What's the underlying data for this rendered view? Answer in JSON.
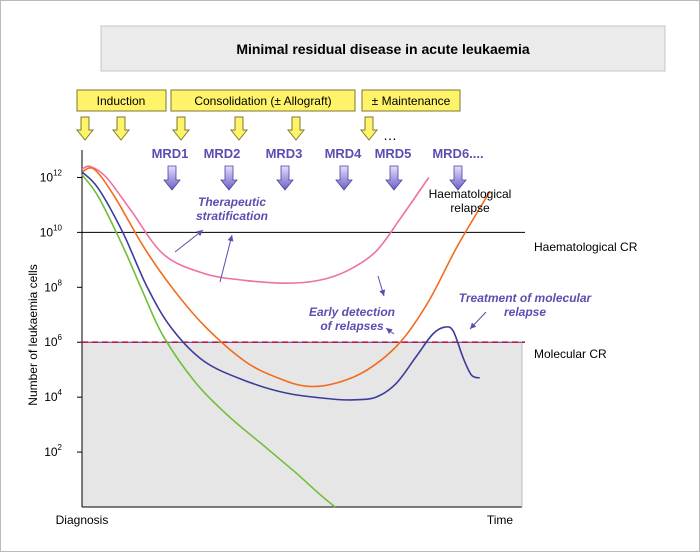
{
  "title": "Minimal residual disease in acute leukaemia",
  "phases": [
    {
      "label": "Induction"
    },
    {
      "label": "Consolidation (± Allograft)"
    },
    {
      "label": "± Maintenance"
    }
  ],
  "treatment_ellipsis": "…",
  "mrd_labels": [
    "MRD1",
    "MRD2",
    "MRD3",
    "MRD4",
    "MRD5",
    "MRD6...."
  ],
  "annotations": {
    "stratification": [
      "Therapeutic",
      "stratification"
    ],
    "early_detection": [
      "Early detection",
      "of relapses"
    ],
    "treatment_molecular": [
      "Treatment of molecular",
      "relapse"
    ],
    "haematological_relapse": [
      "Haematological",
      "relapse"
    ]
  },
  "colors": {
    "pink": "#ef6fa6",
    "orange": "#f26a1c",
    "blue": "#3c3c9c",
    "green": "#6fbf3a",
    "annotation": "#5a4fb0",
    "molecular_cr_line": "#c8173c",
    "phase_box": "#fff36a",
    "shaded_region": "#e6e6e6"
  },
  "chart_data": {
    "type": "line",
    "title": "Minimal residual disease in acute leukaemia",
    "xlabel": "",
    "ylabel": "Number of leukaemia cells",
    "x_tick_labels": {
      "start": "Diagnosis",
      "end": "Time"
    },
    "y_scale": "log10",
    "ylim_exponent": [
      0,
      13
    ],
    "y_ticks": [
      {
        "exponent": 12,
        "base": "10",
        "power": "12"
      },
      {
        "exponent": 10,
        "base": "10",
        "power": "10"
      },
      {
        "exponent": 8,
        "base": "10",
        "power": "8"
      },
      {
        "exponent": 6,
        "base": "10",
        "power": "6"
      },
      {
        "exponent": 4,
        "base": "10",
        "power": "4"
      },
      {
        "exponent": 2,
        "base": "10",
        "power": "2"
      }
    ],
    "reference_lines": [
      {
        "label": "Haematological CR",
        "exponent": 10,
        "style": "solid"
      },
      {
        "label": "Molecular CR",
        "exponent": 6,
        "style": "dashed"
      }
    ],
    "shaded_below_exponent": 6,
    "series": [
      {
        "color_key": "pink",
        "x": [
          0,
          0.02,
          0.06,
          0.12,
          0.2,
          0.3,
          0.4,
          0.5,
          0.58,
          0.65,
          0.72,
          0.78,
          0.85
        ],
        "y_exponent": [
          12.3,
          12.4,
          12.0,
          10.8,
          9.2,
          8.5,
          8.25,
          8.15,
          8.25,
          8.6,
          9.3,
          10.5,
          12.0
        ]
      },
      {
        "color_key": "orange",
        "x": [
          0,
          0.03,
          0.08,
          0.15,
          0.22,
          0.3,
          0.4,
          0.48,
          0.55,
          0.62,
          0.7,
          0.78,
          0.85,
          0.92,
          1.0
        ],
        "y_exponent": [
          12.2,
          12.3,
          11.3,
          9.5,
          8.0,
          6.6,
          5.3,
          4.7,
          4.4,
          4.5,
          5.0,
          6.0,
          7.5,
          9.5,
          11.5
        ]
      },
      {
        "color_key": "blue",
        "x": [
          0,
          0.04,
          0.1,
          0.16,
          0.22,
          0.3,
          0.4,
          0.5,
          0.6,
          0.66,
          0.72,
          0.77,
          0.82,
          0.86,
          0.89,
          0.91,
          0.935,
          0.955,
          0.975
        ],
        "y_exponent": [
          12.2,
          11.6,
          10.0,
          8.0,
          6.5,
          5.3,
          4.6,
          4.15,
          3.95,
          3.9,
          4.0,
          4.5,
          5.5,
          6.3,
          6.55,
          6.4,
          5.4,
          4.8,
          4.7
        ]
      },
      {
        "color_key": "green",
        "x": [
          0,
          0.04,
          0.1,
          0.15,
          0.2,
          0.28,
          0.36,
          0.44,
          0.52,
          0.58,
          0.62
        ],
        "y_exponent": [
          12.1,
          11.3,
          9.5,
          7.8,
          6.2,
          4.5,
          3.3,
          2.3,
          1.3,
          0.5,
          0.0
        ]
      }
    ]
  },
  "labels": {
    "ylabel": "Number of leukaemia cells",
    "x_start": "Diagnosis",
    "x_end": "Time",
    "haem_cr": "Haematological CR",
    "mol_cr": "Molecular CR"
  }
}
